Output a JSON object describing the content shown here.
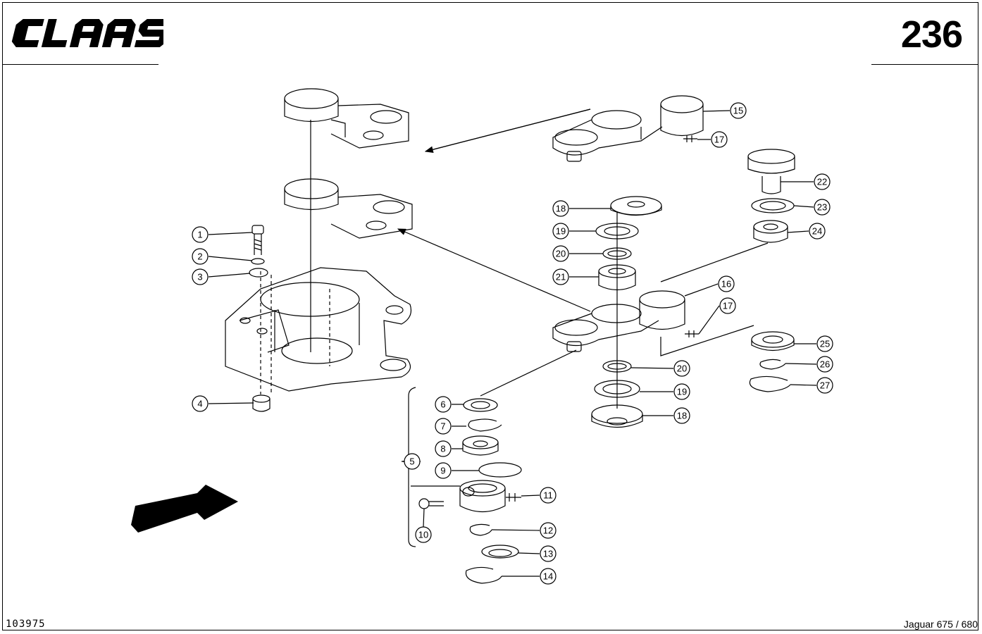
{
  "header": {
    "brand": "CLAAS",
    "page_number": "236"
  },
  "footer": {
    "drawing_number": "103975",
    "model": "Jaguar 675 / 680"
  },
  "callouts": [
    "1",
    "2",
    "3",
    "4",
    "5",
    "6",
    "7",
    "8",
    "9",
    "10",
    "11",
    "12",
    "13",
    "14",
    "15",
    "16",
    "17",
    "17",
    "18",
    "18",
    "19",
    "19",
    "20",
    "20",
    "21",
    "22",
    "23",
    "24",
    "25",
    "26",
    "27"
  ]
}
